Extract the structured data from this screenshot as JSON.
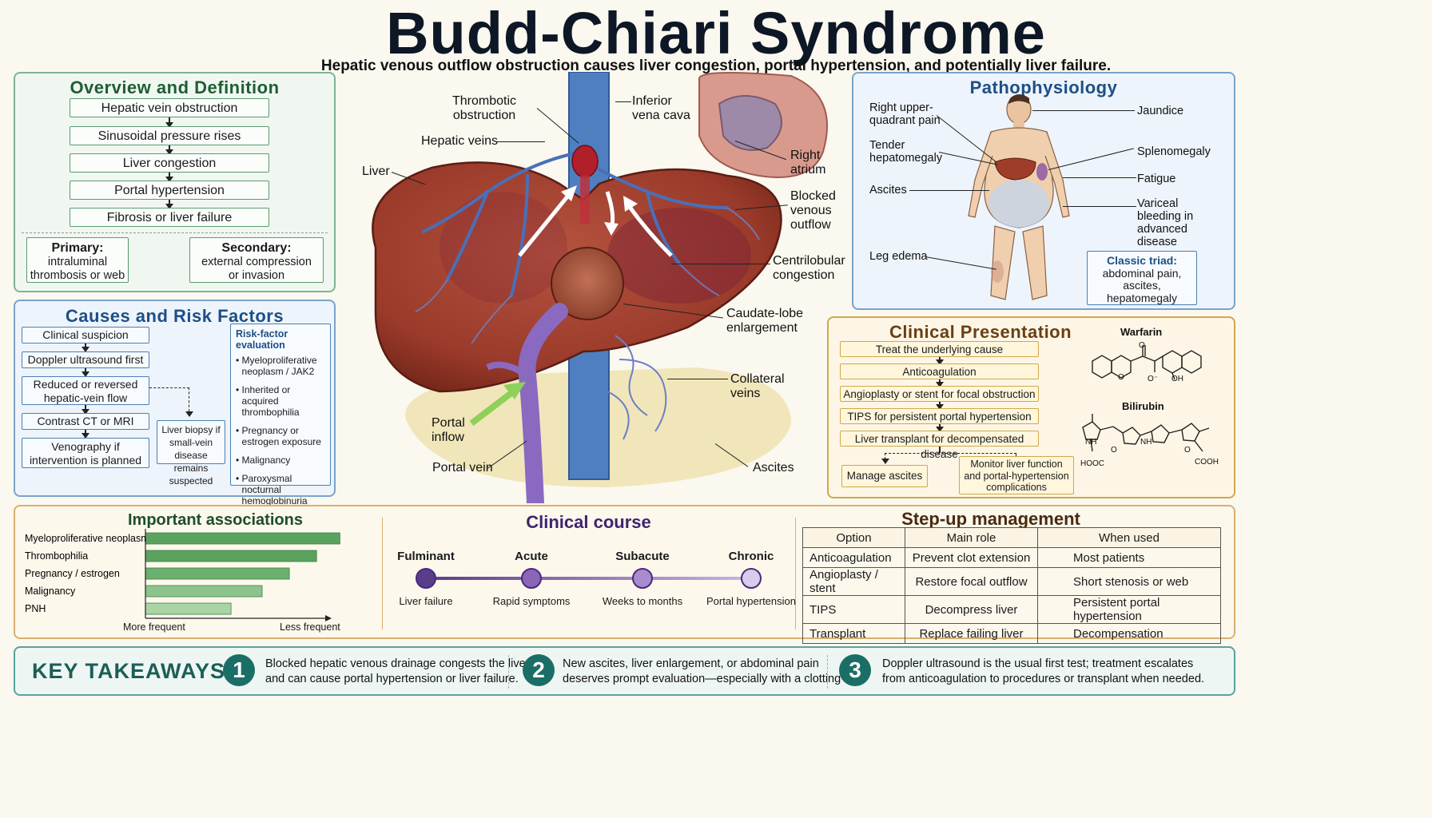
{
  "title": "Budd-Chiari Syndrome",
  "subtitle": "Hepatic venous outflow obstruction causes liver congestion, portal hypertension, and potentially liver failure.",
  "overview": {
    "heading": "Overview and Definition",
    "steps": [
      "Hepatic vein obstruction",
      "Sinusoidal pressure rises",
      "Liver congestion",
      "Portal hypertension",
      "Fibrosis or liver failure"
    ],
    "primary_title": "Primary:",
    "primary_text": [
      "intraluminal",
      "thrombosis or web"
    ],
    "secondary_title": "Secondary:",
    "secondary_text": [
      "external compression",
      "or invasion"
    ]
  },
  "causes": {
    "heading": "Causes and Risk Factors",
    "flow": [
      "Clinical suspicion",
      "Doppler ultrasound first",
      [
        "Reduced or reversed",
        "hepatic-vein flow"
      ],
      "Contrast CT or MRI",
      [
        "Venography if",
        "intervention is planned"
      ]
    ],
    "biopsy": [
      "Liver biopsy if",
      "small-vein disease",
      "remains suspected"
    ],
    "risk_title": "Risk-factor evaluation",
    "risks": [
      [
        "Myeloproliferative",
        "neoplasm / JAK2"
      ],
      [
        "Inherited or acquired",
        "thrombophilia"
      ],
      [
        "Pregnancy or",
        "estrogen exposure"
      ],
      [
        "Malignancy"
      ],
      [
        "Paroxysmal nocturnal",
        "hemoglobinuria"
      ]
    ]
  },
  "anatomy": {
    "thrombotic": [
      "Thrombotic",
      "obstruction"
    ],
    "ivc": [
      "Inferior",
      "vena cava"
    ],
    "hepatic_veins": "Hepatic veins",
    "liver": "Liver",
    "right_atrium": [
      "Right",
      "atrium"
    ],
    "blocked": [
      "Blocked",
      "venous",
      "outflow"
    ],
    "centrilobular": [
      "Centrilobular",
      "congestion"
    ],
    "caudate": [
      "Caudate-lobe",
      "enlargement"
    ],
    "collateral": [
      "Collateral",
      "veins"
    ],
    "portal_inflow": [
      "Portal",
      "inflow"
    ],
    "portal_vein": "Portal vein",
    "ascites": "Ascites"
  },
  "patho": {
    "heading": "Pathophysiology",
    "ruq": [
      "Right upper-",
      "quadrant pain"
    ],
    "tender": [
      "Tender",
      "hepatomegaly"
    ],
    "ascites": "Ascites",
    "leg": "Leg edema",
    "jaundice": "Jaundice",
    "spleno": "Splenomegaly",
    "fatigue": "Fatigue",
    "variceal": [
      "Variceal",
      "bleeding in",
      "advanced",
      "disease"
    ],
    "triad_title": "Classic triad:",
    "triad": [
      "abdominal pain,",
      "ascites,",
      "hepatomegaly"
    ]
  },
  "clinical": {
    "heading": "Clinical Presentation",
    "steps": [
      "Treat the underlying cause",
      "Anticoagulation",
      "Angioplasty or stent for focal obstruction",
      "TIPS for persistent portal hypertension",
      "Liver transplant for decompensated disease"
    ],
    "manage": "Manage ascites",
    "monitor": [
      "Monitor liver function",
      "and portal-hypertension",
      "complications"
    ],
    "warfarin": "Warfarin",
    "bilirubin": "Bilirubin",
    "chem": {
      "o1": "O",
      "o2": "O",
      "ominus": "O⁻",
      "oh": "OH",
      "nh1": "NH",
      "nh2": "NH",
      "hooc": "HOOC",
      "cooh": "COOH",
      "o3": "O",
      "o4": "O"
    }
  },
  "associations": {
    "heading": "Important associations",
    "xlabel_left": "More frequent",
    "xlabel_right": "Less frequent"
  },
  "chart_data": {
    "type": "bar",
    "orientation": "horizontal",
    "categories": [
      "Myeloproliferative neoplasm",
      "Thrombophilia",
      "Pregnancy / estrogen",
      "Malignancy",
      "PNH"
    ],
    "values": [
      5,
      4.4,
      3.7,
      3.0,
      2.2
    ],
    "xlim": [
      0,
      5.3
    ],
    "colors": [
      "#5aa35f",
      "#5aa35f",
      "#6cb06f",
      "#8cc48c",
      "#a9d4a3"
    ]
  },
  "course": {
    "heading": "Clinical course",
    "stages": [
      {
        "name": "Fulminant",
        "desc": "Liver failure",
        "color": "#5a3d8a"
      },
      {
        "name": "Acute",
        "desc": "Rapid symptoms",
        "color": "#8a66b8"
      },
      {
        "name": "Subacute",
        "desc": "Weeks to months",
        "color": "#a98bd0"
      },
      {
        "name": "Chronic",
        "desc": "Portal hypertension",
        "color": "#d9cbec"
      }
    ]
  },
  "management": {
    "heading": "Step-up management",
    "headers": [
      "Option",
      "Main role",
      "When used"
    ],
    "rows": [
      [
        "Anticoagulation",
        "Prevent clot extension",
        "Most patients"
      ],
      [
        "Angioplasty / stent",
        "Restore focal outflow",
        "Short stenosis or web"
      ],
      [
        "TIPS",
        "Decompress liver",
        "Persistent portal hypertension"
      ],
      [
        "Transplant",
        "Replace failing liver",
        "Decompensation"
      ]
    ]
  },
  "takeaways": {
    "heading": "KEY TAKEAWAYS",
    "items": [
      {
        "n": "1",
        "lines": [
          "Blocked hepatic venous drainage congests the liver",
          "and can cause portal hypertension or liver failure."
        ]
      },
      {
        "n": "2",
        "lines": [
          "New ascites, liver enlargement, or abdominal pain",
          "deserves prompt evaluation—especially with a clotting risk."
        ]
      },
      {
        "n": "3",
        "lines": [
          "Doppler ultrasound is the usual first test; treatment escalates",
          "from anticoagulation to procedures or transplant when needed."
        ]
      }
    ]
  }
}
